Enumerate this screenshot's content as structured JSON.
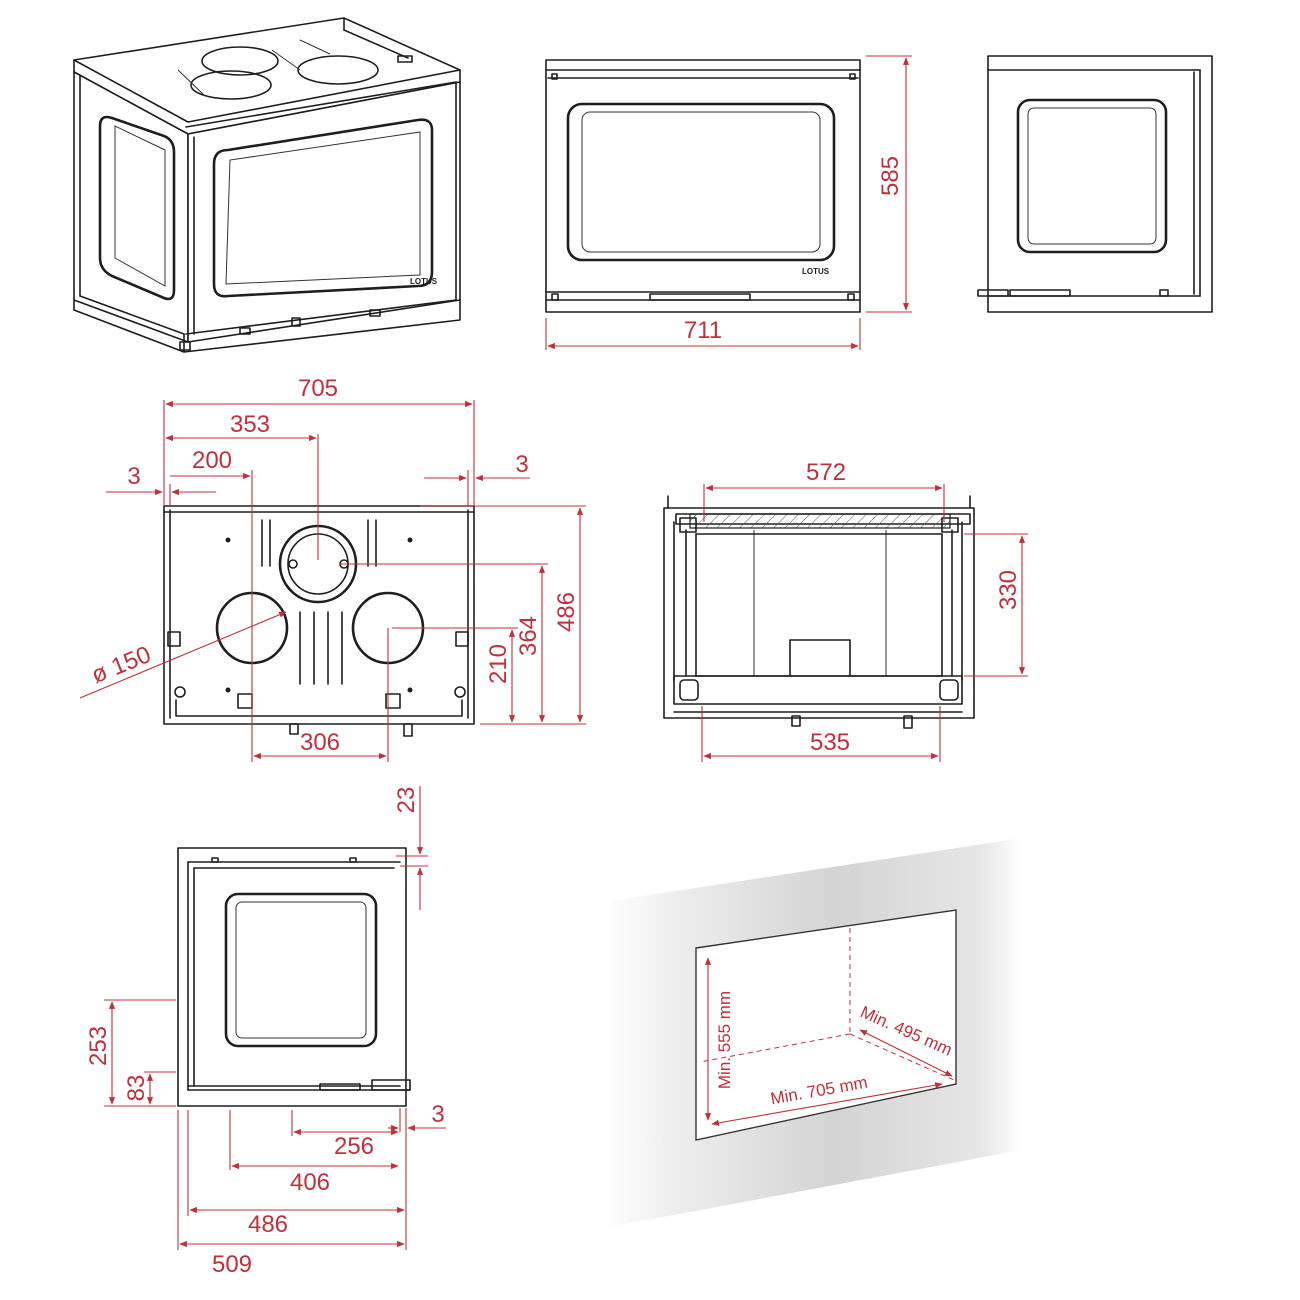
{
  "brand": "LOTUS",
  "colors": {
    "dimension": "#c0303a",
    "outline": "#1e1e1e"
  },
  "dimensions": {
    "front_width": "711",
    "front_height": "585",
    "top_total_width": "705",
    "top_flue_center": "353",
    "top_offset_200": "200",
    "top_margin_left": "3",
    "top_margin_right": "3",
    "top_depth": "486",
    "top_364": "364",
    "top_210": "210",
    "top_306": "306",
    "flue_diameter": "ø 150",
    "section_inner_top": "572",
    "section_inner_bottom": "535",
    "section_height": "330",
    "side_top_offset": "23",
    "side_253": "253",
    "side_83": "83",
    "side_margin": "3",
    "side_256": "256",
    "side_406": "406",
    "side_486": "486",
    "side_509": "509"
  },
  "opening": {
    "min_height": "Min. 555 mm",
    "min_width": "Min. 705 mm",
    "min_depth": "Min. 495 mm"
  }
}
